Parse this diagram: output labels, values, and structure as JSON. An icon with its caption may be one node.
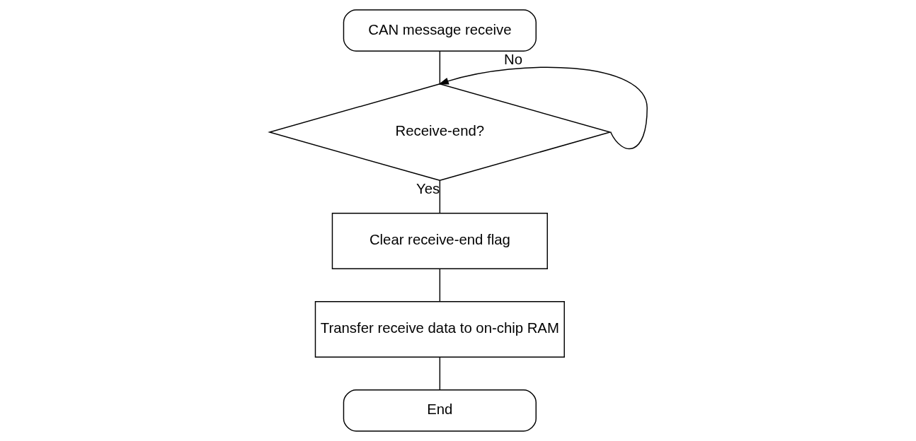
{
  "diagram": {
    "nodes": [
      {
        "text": [
          "CAN message receive"
        ]
      },
      {
        "text": [
          "Receive-end?"
        ]
      },
      {
        "text": [
          "Clear receive-end flag"
        ]
      },
      {
        "text": [
          "Transfer receive data to on-chip RAM"
        ]
      },
      {
        "text": [
          "End"
        ]
      }
    ],
    "edges": [
      {
        "from": 0,
        "to": 1,
        "arrow": "none"
      },
      {
        "from": 1,
        "to": 1,
        "arrow": "to",
        "label": "No"
      },
      {
        "from": 1,
        "to": 2,
        "arrow": "none",
        "label": "Yes"
      },
      {
        "from": 2,
        "to": 3,
        "arrow": "none"
      },
      {
        "from": 3,
        "to": 4,
        "arrow": "none"
      }
    ]
  }
}
